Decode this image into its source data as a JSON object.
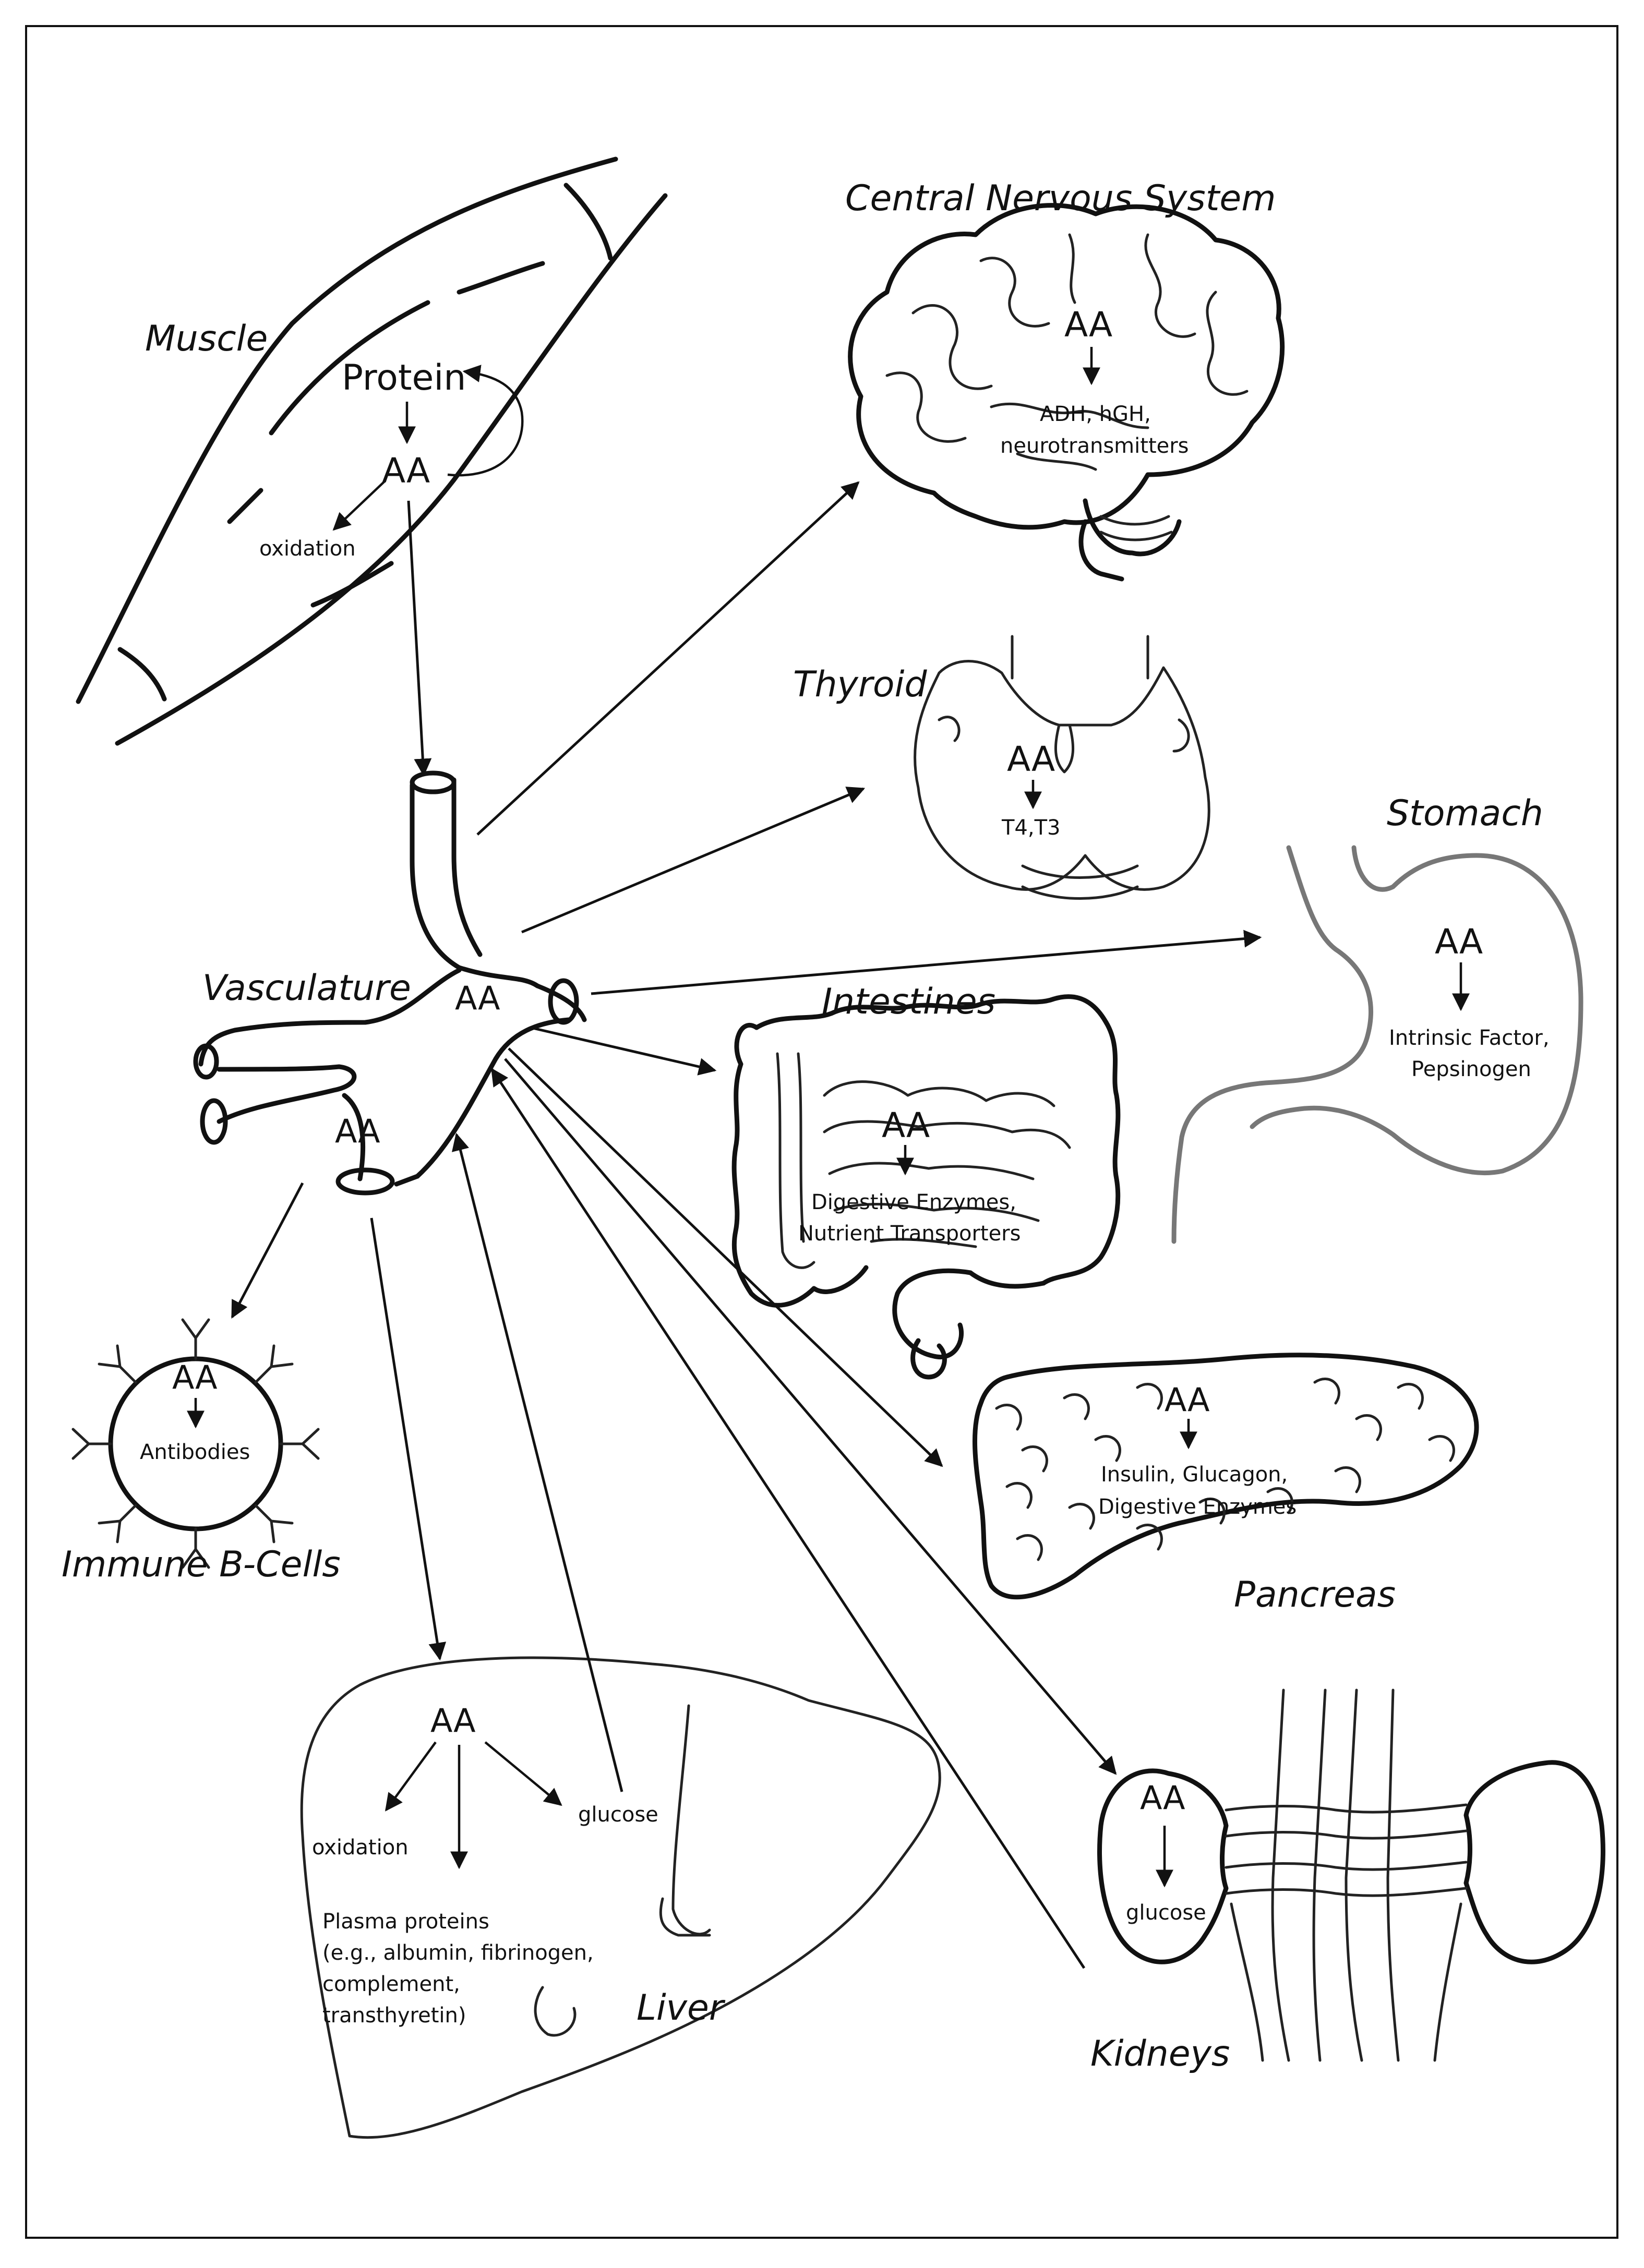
{
  "colors": {
    "background": "#ffffff",
    "ink": "#111111",
    "stomach_outline": "#777777"
  },
  "muscle": {
    "label": "Muscle",
    "protein": "Protein",
    "aa": "AA",
    "oxidation": "oxidation"
  },
  "cns": {
    "label": "Central Nervous System",
    "aa": "AA",
    "products": [
      "ADH, hGH,",
      "neurotransmitters"
    ]
  },
  "thyroid": {
    "label": "Thyroid",
    "aa": "AA",
    "products": [
      "T4,T3"
    ]
  },
  "stomach": {
    "label": "Stomach",
    "aa": "AA",
    "products": [
      "Intrinsic Factor,",
      "Pepsinogen"
    ]
  },
  "vasculature": {
    "label": "Vasculature",
    "aa_upper": "AA",
    "aa_lower": "AA"
  },
  "intestines": {
    "label": "Intestines",
    "aa": "AA",
    "products": [
      "Digestive Enzymes,",
      "Nutrient Transporters"
    ]
  },
  "immune": {
    "label": "Immune B-Cells",
    "aa": "AA",
    "products": [
      "Antibodies"
    ]
  },
  "pancreas": {
    "label": "Pancreas",
    "aa": "AA",
    "products": [
      "Insulin, Glucagon,",
      "Digestive Enzymes"
    ]
  },
  "liver": {
    "label": "Liver",
    "aa": "AA",
    "oxidation": "oxidation",
    "glucose": "glucose",
    "plasma": [
      "Plasma proteins",
      "(e.g., albumin, fibrinogen,",
      "complement,",
      "transthyretin)"
    ]
  },
  "kidneys": {
    "label": "Kidneys",
    "aa": "AA",
    "glucose": "glucose"
  }
}
